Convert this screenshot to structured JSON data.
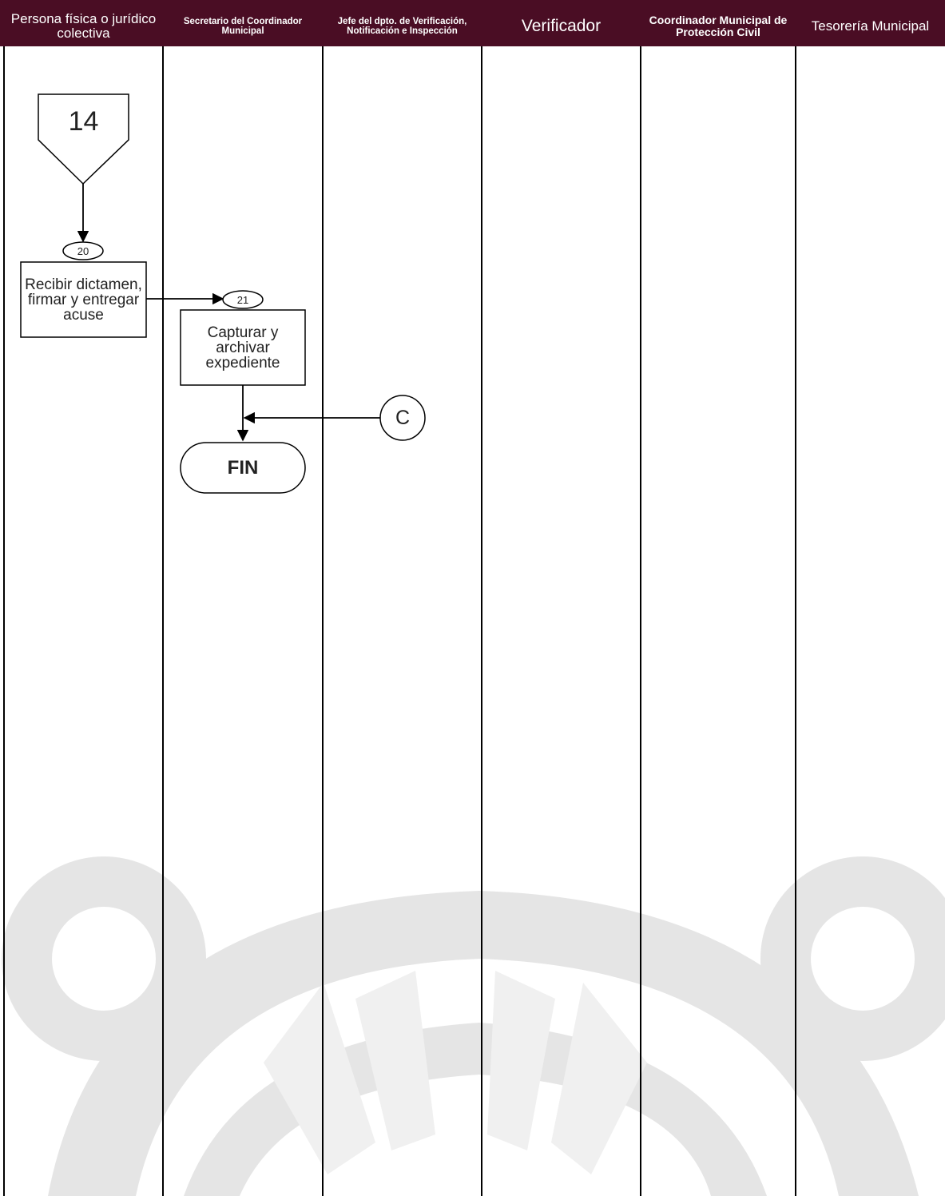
{
  "header": {
    "lanes": [
      {
        "id": "persona",
        "label": "Persona física o jurídico colectiva"
      },
      {
        "id": "secretario",
        "label": "Secretario del Coordinador Municipal"
      },
      {
        "id": "jefe",
        "label": "Jefe del dpto. de Verificación, Notificación e Inspección"
      },
      {
        "id": "verificador",
        "label": "Verificador"
      },
      {
        "id": "coordinador",
        "label": "Coordinador Municipal de Protección Civil"
      },
      {
        "id": "tesoreria",
        "label": "Tesorería Municipal"
      }
    ]
  },
  "flow": {
    "offpage_connector": "14",
    "step_20": {
      "number": "20",
      "text": "Recibir dictamen, firmar y entregar acuse"
    },
    "step_21": {
      "number": "21",
      "text": "Capturar y archivar expediente"
    },
    "connector_c": "C",
    "terminal": "FIN"
  },
  "colors": {
    "header_bg": "#4a0d24",
    "header_text": "#ffffff",
    "line": "#000000",
    "watermark": "#e6e6e6"
  }
}
